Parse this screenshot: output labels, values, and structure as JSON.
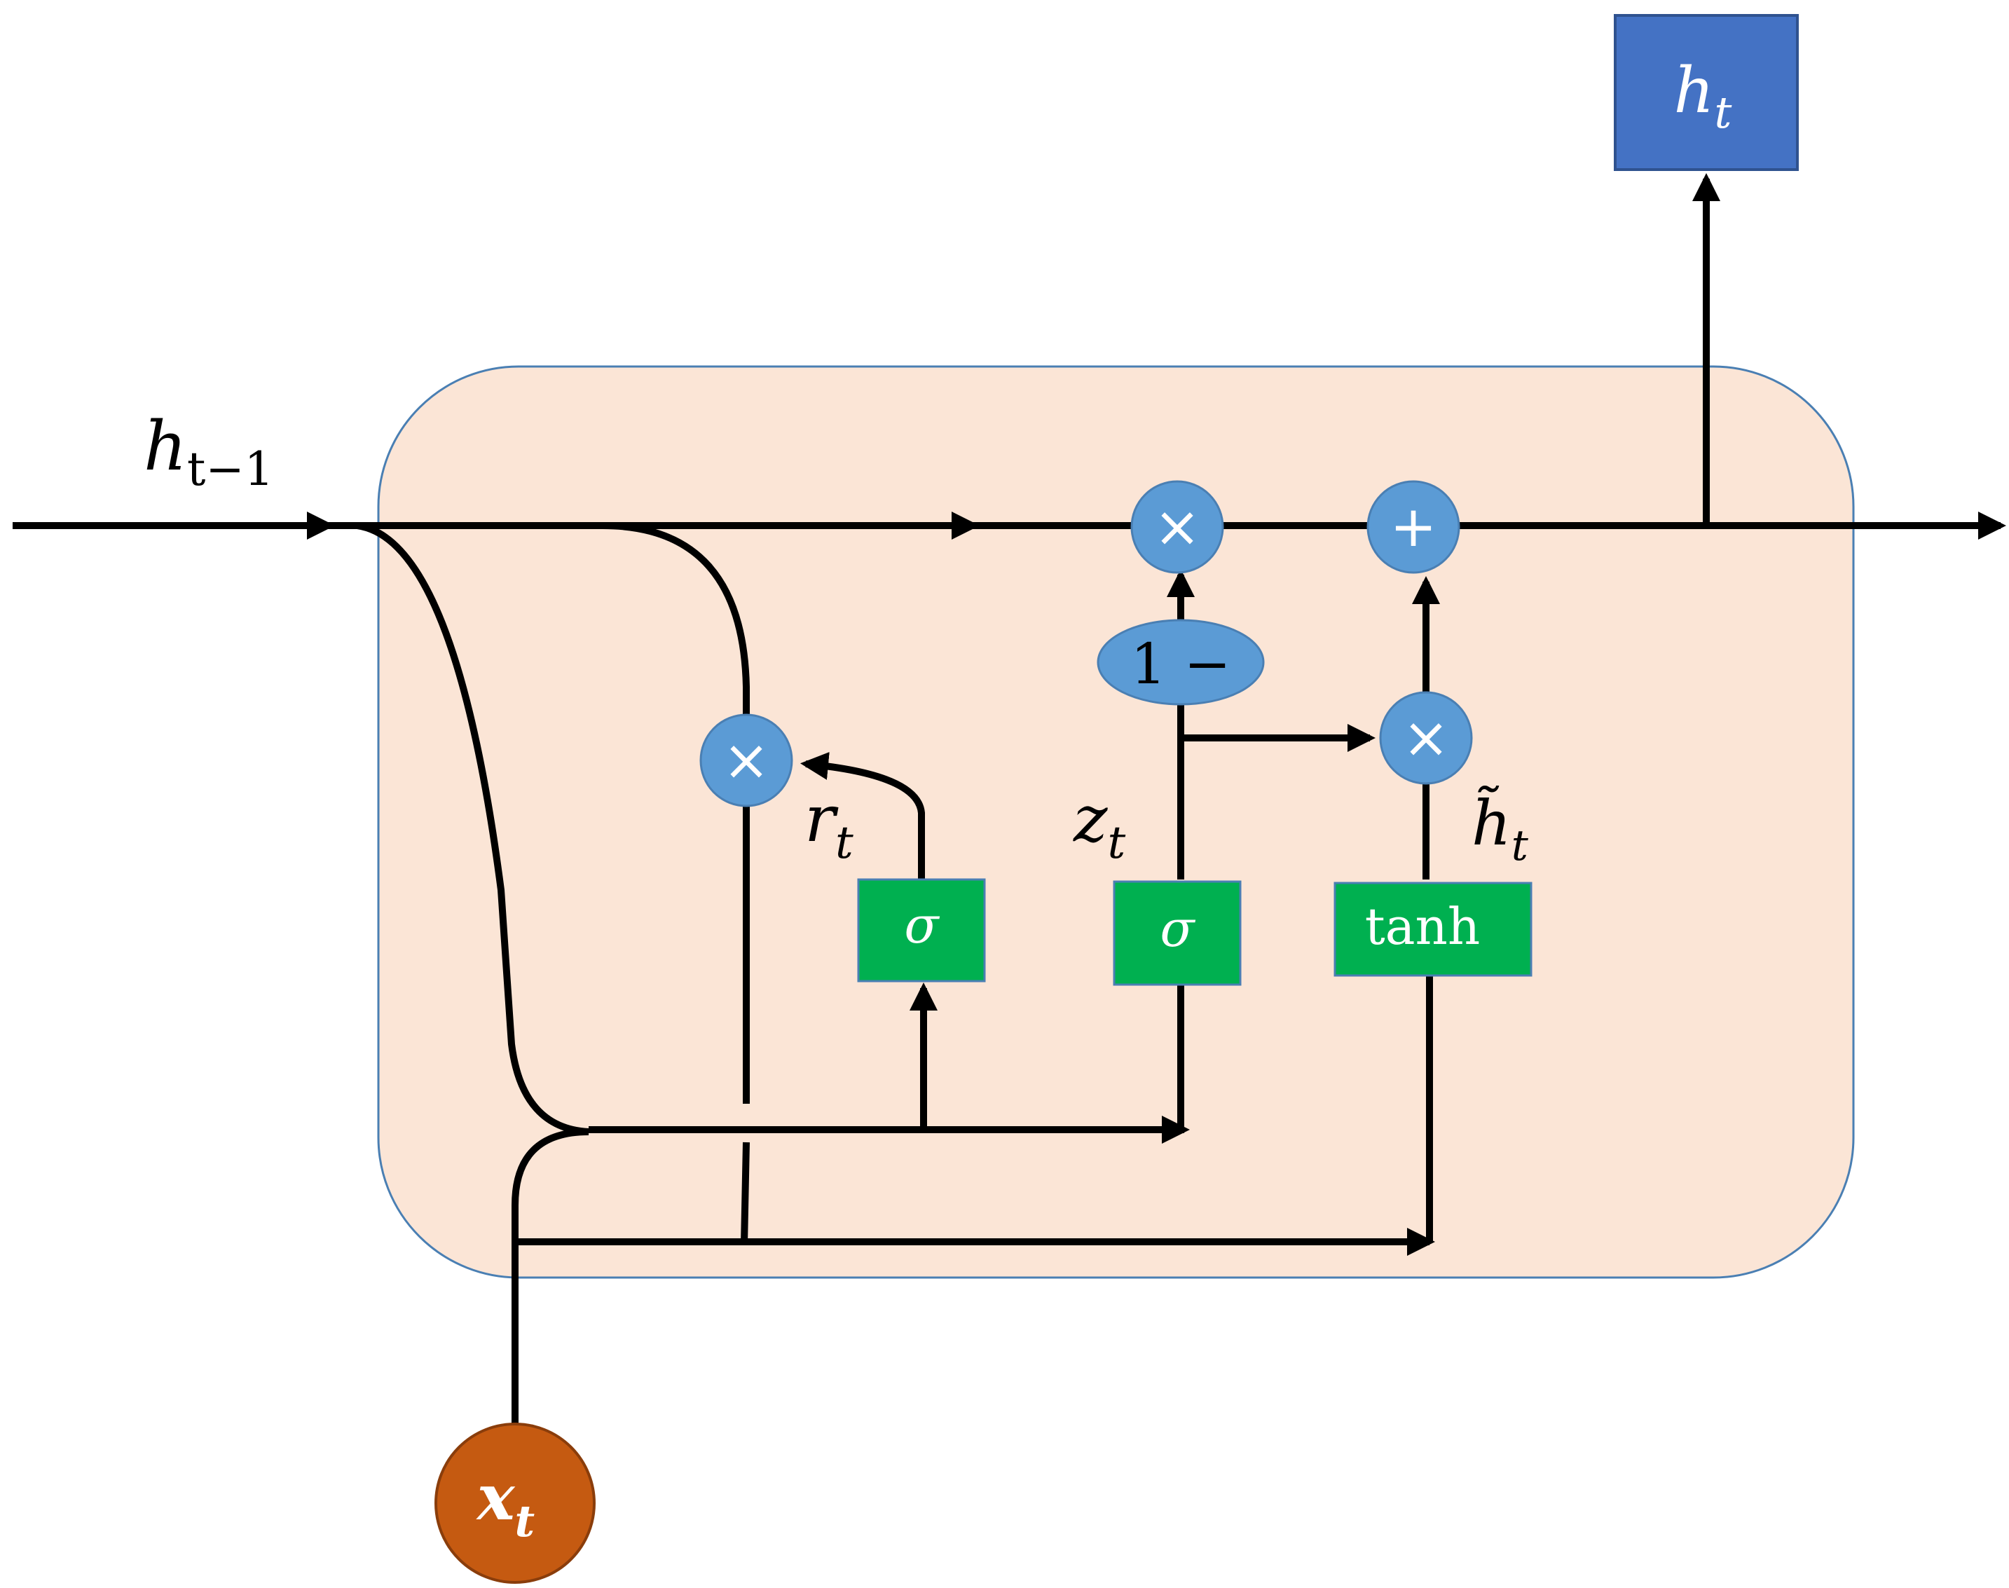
{
  "labels": {
    "h_prev": {
      "base": "h",
      "sub": "t−1"
    },
    "h_out": {
      "base": "h",
      "sub": "t"
    },
    "x_in": {
      "base": "x",
      "sub": "t"
    },
    "r": {
      "base": "r",
      "sub": "t"
    },
    "z": {
      "base": "z",
      "sub": "t"
    },
    "h_tilde": {
      "base": "h̃",
      "sub": "t"
    }
  },
  "gates": {
    "reset": "σ",
    "update": "σ",
    "candidate": "tanh"
  },
  "ops": {
    "mul_reset": "×",
    "mul_top": "×",
    "add_top": "+",
    "mul_right": "×",
    "one_minus": "1 −"
  },
  "colors": {
    "cell_fill": "#fbe5d6",
    "cell_stroke": "#4a7fb3",
    "op_fill": "#5b9bd5",
    "gate_fill": "#00b050",
    "output_box": "#4472c4",
    "input_circle": "#c55a11"
  }
}
